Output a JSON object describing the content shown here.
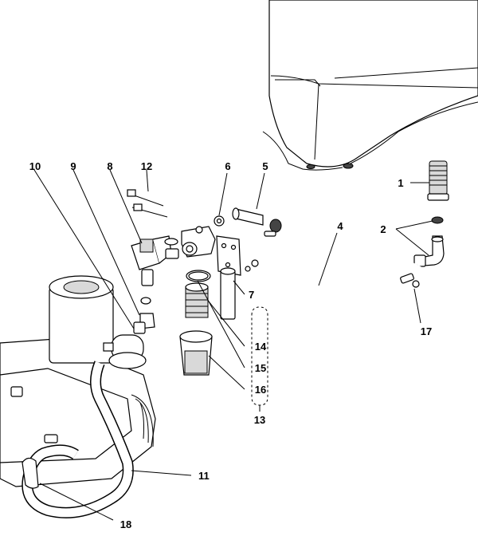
{
  "callouts": [
    {
      "id": "c1",
      "text": "1"
    },
    {
      "id": "c2",
      "text": "2"
    },
    {
      "id": "c4",
      "text": "4"
    },
    {
      "id": "c5",
      "text": "5"
    },
    {
      "id": "c6",
      "text": "6"
    },
    {
      "id": "c7",
      "text": "7"
    },
    {
      "id": "c8",
      "text": "8"
    },
    {
      "id": "c9",
      "text": "9"
    },
    {
      "id": "c10",
      "text": "10"
    },
    {
      "id": "c11",
      "text": "11"
    },
    {
      "id": "c12",
      "text": "12"
    },
    {
      "id": "c13",
      "text": "13"
    },
    {
      "id": "c14",
      "text": "14"
    },
    {
      "id": "c15",
      "text": "15"
    },
    {
      "id": "c16",
      "text": "16"
    },
    {
      "id": "c17",
      "text": "17"
    },
    {
      "id": "c18",
      "text": "18"
    }
  ]
}
